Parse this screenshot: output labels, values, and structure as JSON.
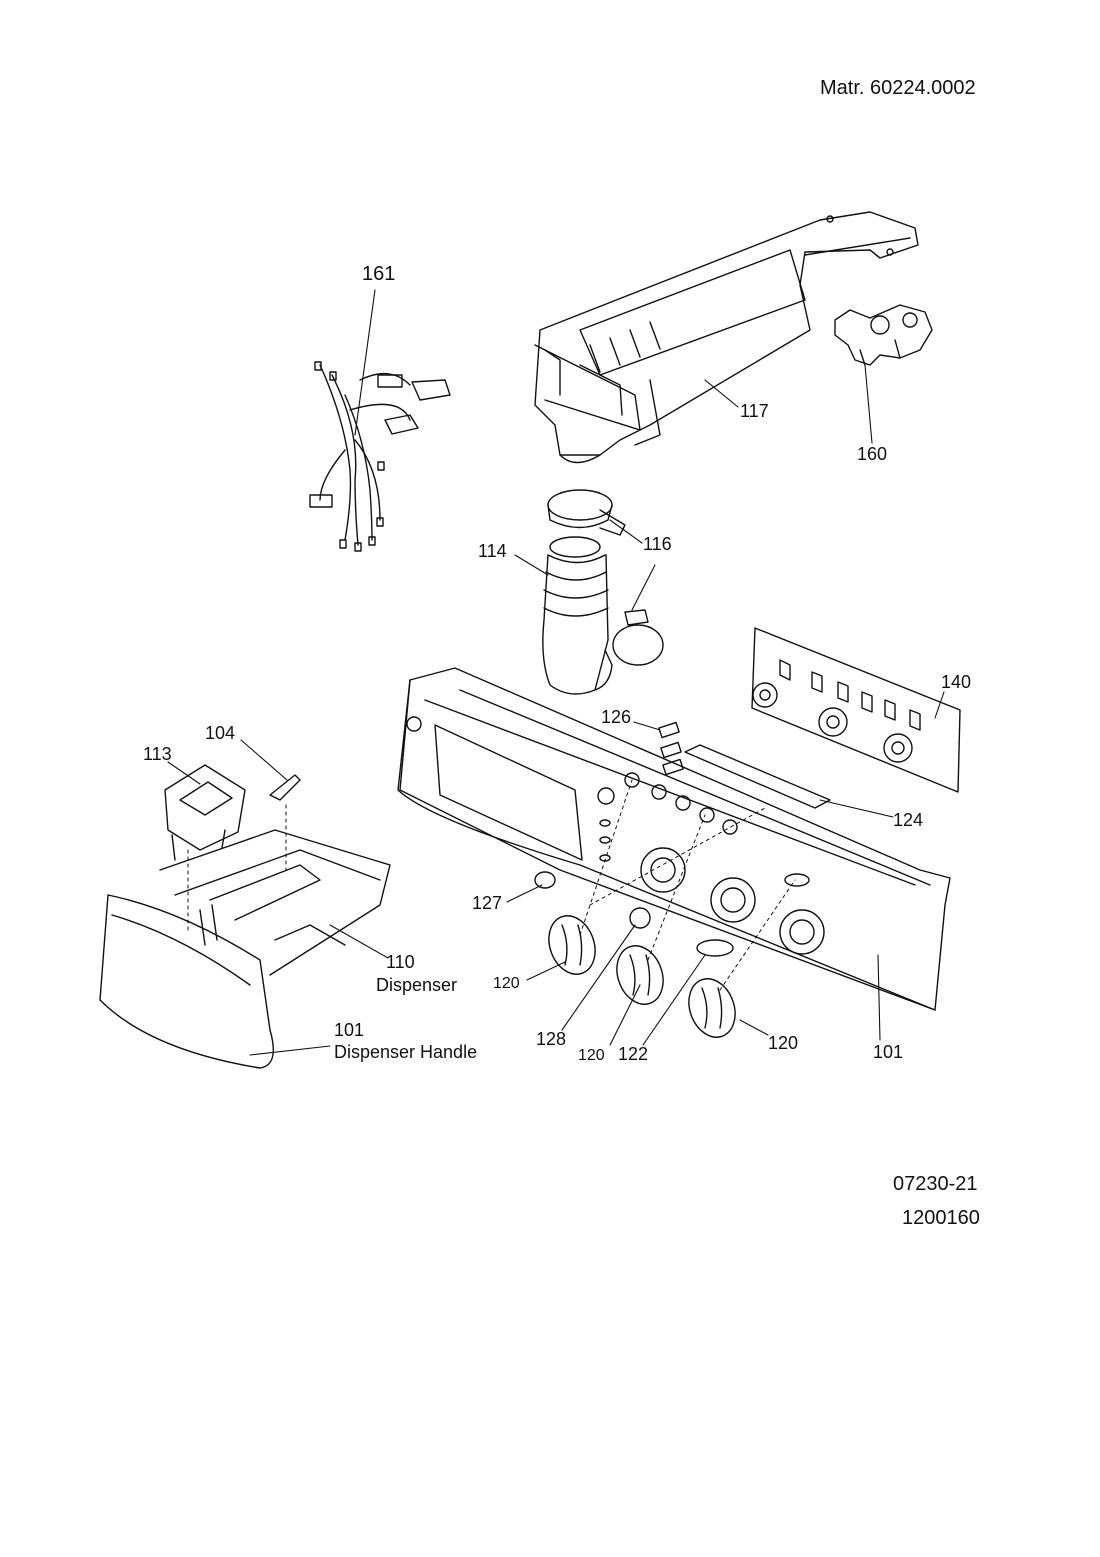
{
  "header": {
    "material_number": "Matr. 60224.0002"
  },
  "footer": {
    "drawing_code": "07230-21",
    "part_number": "1200160"
  },
  "callouts": [
    {
      "id": "161",
      "text": "161"
    },
    {
      "id": "117",
      "text": "117"
    },
    {
      "id": "160",
      "text": "160"
    },
    {
      "id": "114",
      "text": "114"
    },
    {
      "id": "116",
      "text": "116"
    },
    {
      "id": "140",
      "text": "140"
    },
    {
      "id": "126",
      "text": "126"
    },
    {
      "id": "104",
      "text": "104"
    },
    {
      "id": "113",
      "text": "113"
    },
    {
      "id": "124",
      "text": "124"
    },
    {
      "id": "127",
      "text": "127"
    },
    {
      "id": "110",
      "text": "110"
    },
    {
      "id": "110-name",
      "text": "Dispenser"
    },
    {
      "id": "120a",
      "text": "120"
    },
    {
      "id": "101a",
      "text": "101"
    },
    {
      "id": "101a-name",
      "text": "Dispenser Handle"
    },
    {
      "id": "128",
      "text": "128"
    },
    {
      "id": "120b",
      "text": "120"
    },
    {
      "id": "122",
      "text": "122"
    },
    {
      "id": "120c",
      "text": "120"
    },
    {
      "id": "101b",
      "text": "101"
    }
  ]
}
